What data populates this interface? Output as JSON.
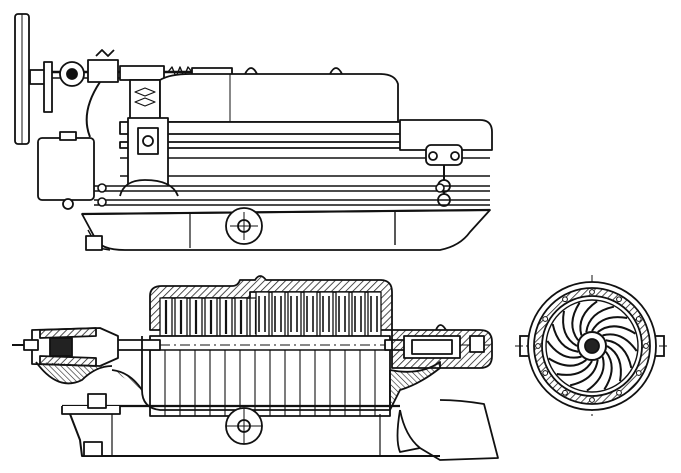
{
  "figure": {
    "labels": [],
    "colors": {
      "ink": "#111111",
      "paper": "#ffffff",
      "hatch": "#222222"
    },
    "views": [
      "side-elevation",
      "longitudinal-section",
      "impeller-cross-section"
    ],
    "impeller": {
      "vane_count": 16,
      "bolt_count": 12
    },
    "rotor_stages": 7
  }
}
